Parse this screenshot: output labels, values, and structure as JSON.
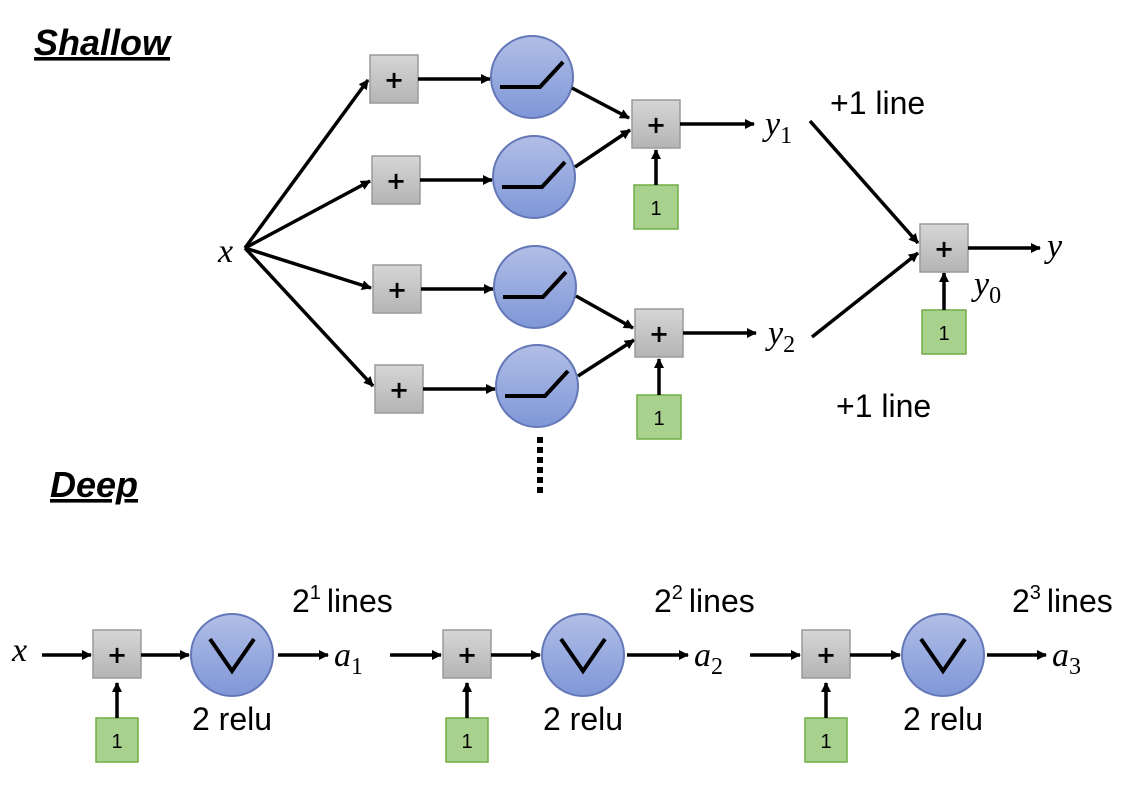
{
  "shallow": {
    "title": "Shallow",
    "input_label": "x",
    "plus_sign": "+",
    "bias_value": "1",
    "y1": {
      "base": "y",
      "sub": "1"
    },
    "y2": {
      "base": "y",
      "sub": "2"
    },
    "y0": {
      "base": "y",
      "sub": "0"
    },
    "output_label": "y",
    "top_note": "+1 line",
    "bottom_note": "+1 line"
  },
  "deep": {
    "title": "Deep",
    "input_label": "x",
    "plus_sign": "+",
    "bias_value": "1",
    "relu_caption": "2 relu",
    "stages": [
      {
        "out_base": "a",
        "out_sub": "1",
        "lines_base": "2",
        "lines_exp": "1",
        "lines_word": "lines"
      },
      {
        "out_base": "a",
        "out_sub": "2",
        "lines_base": "2",
        "lines_exp": "2",
        "lines_word": "lines"
      },
      {
        "out_base": "a",
        "out_sub": "3",
        "lines_base": "2",
        "lines_exp": "3",
        "lines_word": "lines"
      }
    ]
  },
  "colors": {
    "neuron_fill_top": "#b1bee6",
    "neuron_fill_bottom": "#7f97d8",
    "neuron_stroke": "#6478b8",
    "sum_box_fill": "#c8c8c8",
    "sum_box_stroke": "#9a9a9a",
    "bias_box_fill": "#a9d18e",
    "bias_box_stroke": "#70ad47",
    "arrow": "#000000"
  },
  "icons": [
    "ramp-relu-icon",
    "v-relu-icon"
  ]
}
